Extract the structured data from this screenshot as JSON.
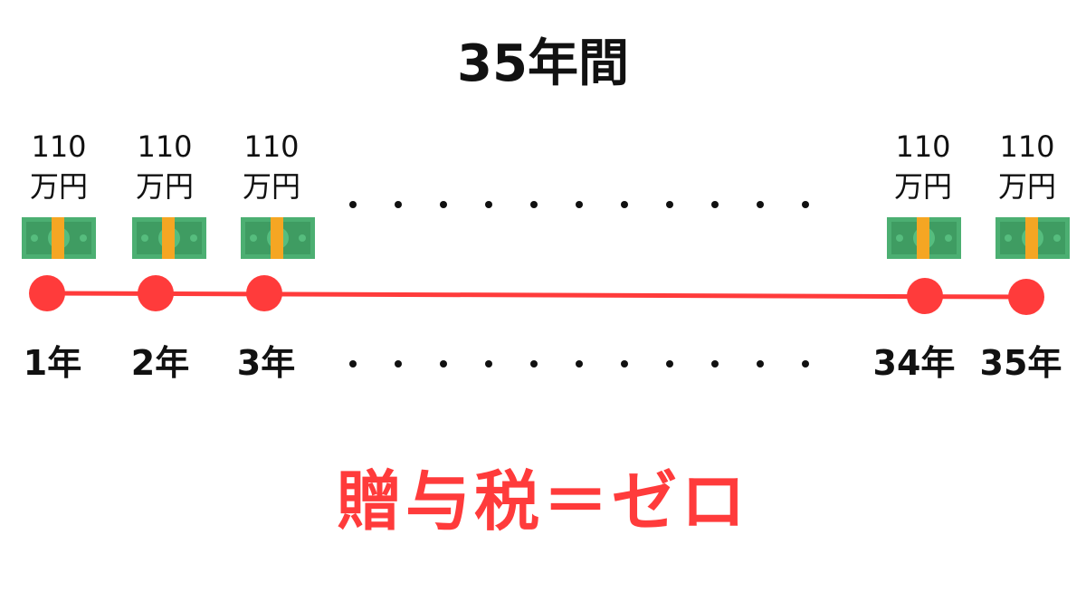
{
  "title": "35年間",
  "milestones": [
    {
      "amount": "110",
      "unit": "万円",
      "year": "1年"
    },
    {
      "amount": "110",
      "unit": "万円",
      "year": "2年"
    },
    {
      "amount": "110",
      "unit": "万円",
      "year": "3年"
    },
    {
      "amount": "110",
      "unit": "万円",
      "year": "34年"
    },
    {
      "amount": "110",
      "unit": "万円",
      "year": "35年"
    }
  ],
  "conclusion": "贈与税＝ゼロ",
  "icons": {
    "cash": "banknote-bundle-icon",
    "point": "timeline-point-icon"
  },
  "colors": {
    "timeline": "#ff3b3b",
    "conclusion": "#ff3b3b",
    "bill": "#4caf72",
    "band": "#f5a623"
  }
}
